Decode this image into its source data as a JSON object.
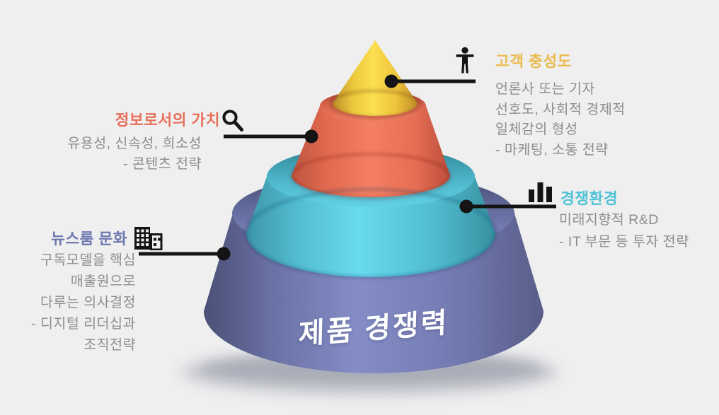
{
  "background": "#EFEFF0",
  "diagram": {
    "type": "cone-4-layers",
    "base_label": "제품 경쟁력",
    "connector_color": "#141414",
    "body_text_color": "#8E8E8E",
    "layers": [
      {
        "level": 1,
        "position": "tip",
        "color": "#F2CD3C",
        "callout": "loyalty"
      },
      {
        "level": 2,
        "position": "second",
        "color": "#EE7258",
        "callout": "info_value"
      },
      {
        "level": 3,
        "position": "third",
        "color": "#57C6D9",
        "callout": "competition"
      },
      {
        "level": 4,
        "position": "base",
        "color": "#7780B6",
        "callout": "newsroom",
        "label_on_layer": "제품 경쟁력"
      }
    ]
  },
  "callouts": {
    "loyalty": {
      "title": "고객 충성도",
      "title_color": "#EBBA4E",
      "icon": "person-icon",
      "lines": [
        "언론사 또는 기자",
        "선호도, 사회적 경제적",
        "일체감의 형성",
        "- 마케팅, 소통 전략"
      ]
    },
    "info_value": {
      "title": "정보로서의 가치",
      "title_color": "#E8705A",
      "icon": "magnifier-icon",
      "lines": [
        "유용성, 신속성, 희소성",
        "- 콘텐츠 전략"
      ]
    },
    "competition": {
      "title": "경쟁환경",
      "title_color": "#4FC2D6",
      "icon": "bar-chart-icon",
      "lines": [
        "미래지향적 R&D",
        "- IT 부문 등 투자 전략"
      ]
    },
    "newsroom": {
      "title": "뉴스룸 문화",
      "title_color": "#6E78B0",
      "icon": "building-icon",
      "lines": [
        "구독모델을 핵심",
        "매출원으로",
        "다루는 의사결정",
        "- 디지털 리더십과",
        "조직전략"
      ]
    }
  }
}
